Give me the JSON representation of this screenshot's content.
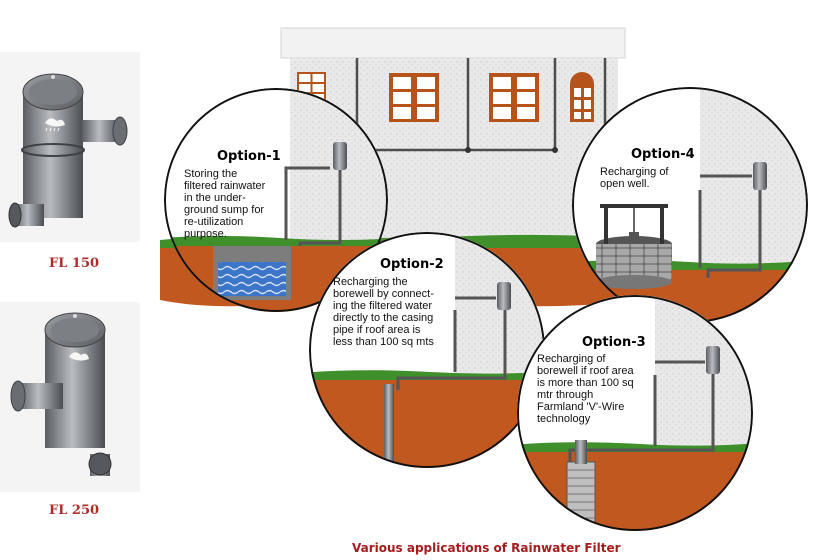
{
  "products": [
    {
      "label": "FL 150",
      "icon": "rainwater-filter-fl150-icon"
    },
    {
      "label": "FL 250",
      "icon": "rainwater-filter-fl250-icon"
    }
  ],
  "caption": "Various applications of Rainwater Filter",
  "options": [
    {
      "title": "Option-1",
      "lines": [
        "Storing the",
        "filtered rainwater",
        "in the under-",
        "ground sump for",
        "re-utilization",
        "purpose."
      ]
    },
    {
      "title": "Option-2",
      "lines": [
        "Recharging the",
        "borewell by connect-",
        "ing the filtered water",
        "directly to the casing",
        "pipe if roof area is",
        "less than 100 sq mts"
      ]
    },
    {
      "title": "Option-3",
      "lines": [
        "Recharging of",
        "borewell if roof area",
        "is more than 100 sq",
        "mtr through",
        "Farmland 'V'-Wire",
        "technology"
      ]
    },
    {
      "title": "Option-4",
      "lines": [
        "Recharging of",
        "open well."
      ]
    }
  ],
  "colors": {
    "soil": "#c0581f",
    "grass": "#3f8f2a",
    "pipe": "#6b6b6b",
    "caption": "#a61b1b",
    "label": "#b02a2a",
    "window": "#b5531b"
  }
}
